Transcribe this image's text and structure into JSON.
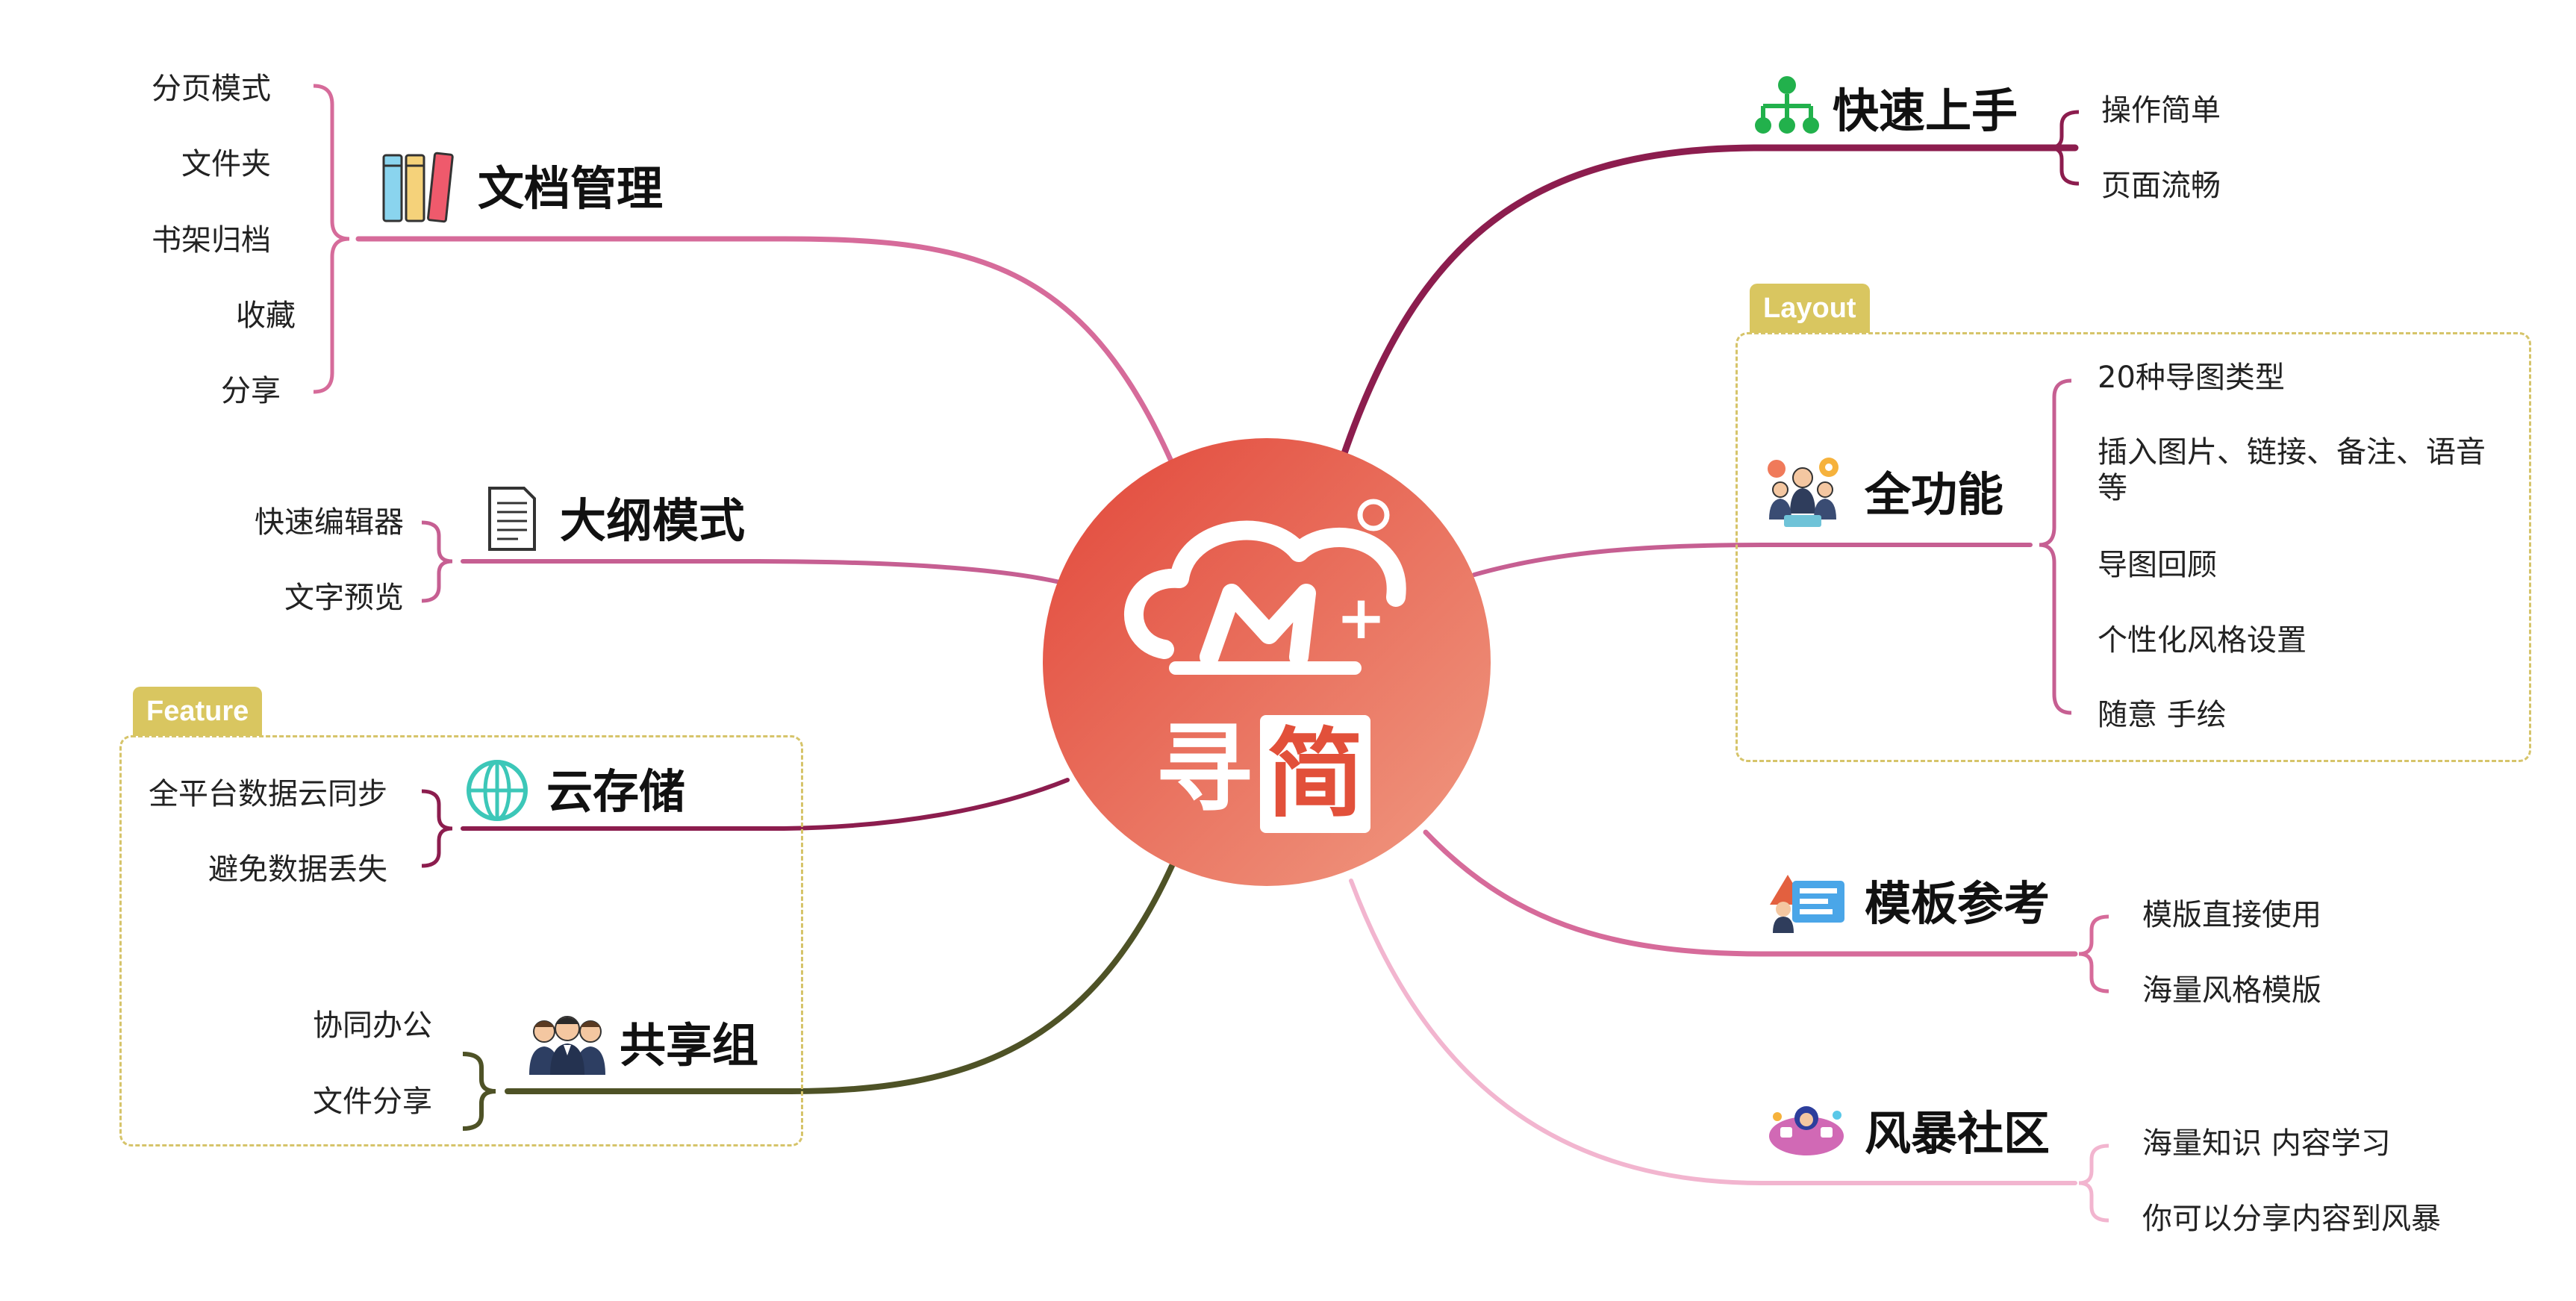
{
  "center": {
    "char1": "寻",
    "char2": "简"
  },
  "colors": {
    "pink": "#d66b9a",
    "maroon": "#8c1d4e",
    "olive": "#4e5226",
    "lightpink": "#f2b5cf",
    "tag": "#d9c660",
    "center_start": "#e2473a",
    "center_end": "#f09a82"
  },
  "topics": {
    "doc": {
      "label": "文档管理",
      "icon": "books-icon",
      "children": [
        "分页模式",
        "文件夹",
        "书架归档",
        "收藏",
        "分享"
      ]
    },
    "outline": {
      "label": "大纲模式",
      "icon": "document-icon",
      "children": [
        "快速编辑器",
        "文字预览"
      ]
    },
    "cloud": {
      "label": "云存储",
      "icon": "globe-icon",
      "children": [
        "全平台数据云同步",
        "避免数据丢失"
      ]
    },
    "share": {
      "label": "共享组",
      "icon": "team-icon",
      "children": [
        "协同办公",
        "文件分享"
      ]
    },
    "quick": {
      "label": "快速上手",
      "icon": "org-chart-icon",
      "children": [
        "操作简单",
        "页面流畅"
      ]
    },
    "full": {
      "label": "全功能",
      "icon": "meeting-icon",
      "children": [
        "20种导图类型",
        "插入图片、链接、备注、语音等",
        "导图回顾",
        "个性化风格设置",
        "随意 手绘"
      ]
    },
    "template": {
      "label": "模板参考",
      "icon": "template-icon",
      "children": [
        "模版直接使用",
        "海量风格模版"
      ]
    },
    "community": {
      "label": "风暴社区",
      "icon": "community-icon",
      "children": [
        "海量知识 内容学习",
        "你可以分享内容到风暴"
      ]
    }
  },
  "tags": {
    "feature": "Feature",
    "layout": "Layout"
  }
}
